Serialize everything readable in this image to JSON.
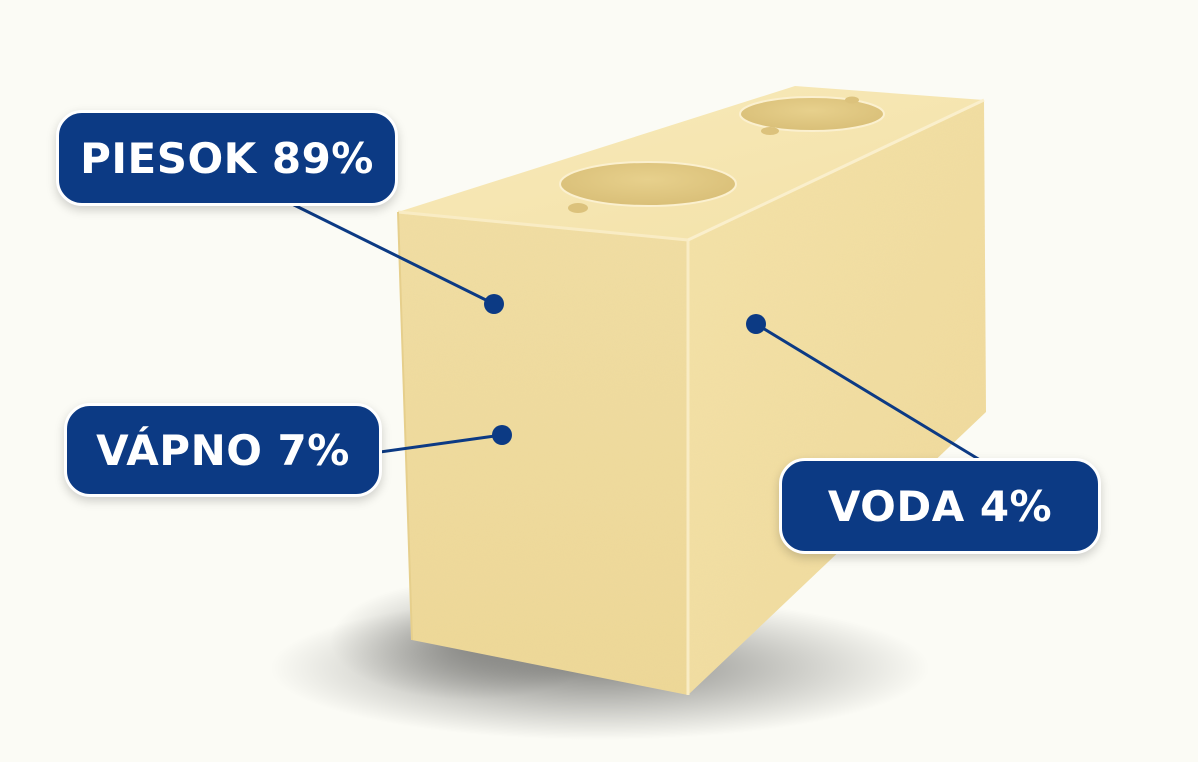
{
  "colors": {
    "background": "#fbfbf5",
    "label_fill": "#0c3a84",
    "label_text": "#ffffff",
    "leader_line": "#0c3a84",
    "brick_front": "#f0dc9f",
    "brick_side": "#f3e0a4",
    "brick_top": "#f6e6b3"
  },
  "components": [
    {
      "id": "piesok",
      "label": "PIESOK 89%",
      "material": "PIESOK",
      "percent": 89
    },
    {
      "id": "vapno",
      "label": "VÁPNO 7%",
      "material": "VÁPNO",
      "percent": 7
    },
    {
      "id": "voda",
      "label": "VODA 4%",
      "material": "VODA",
      "percent": 4
    }
  ]
}
